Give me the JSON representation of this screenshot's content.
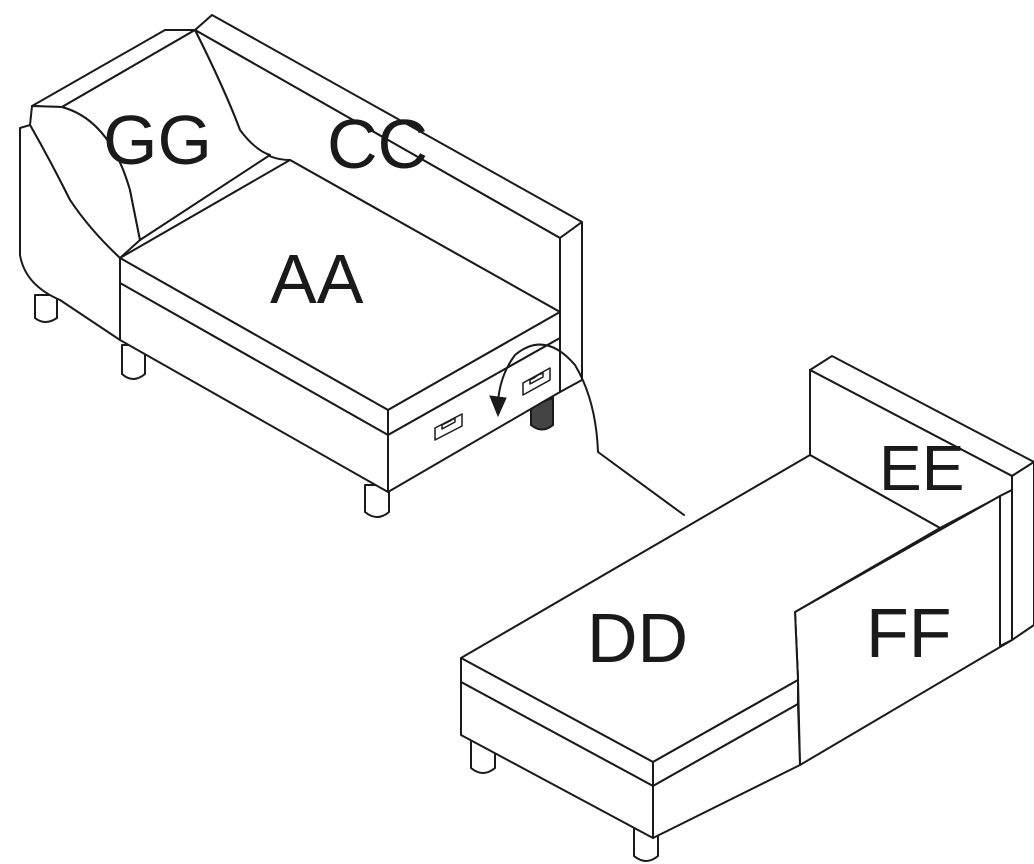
{
  "labels": {
    "seat_left": "AA",
    "backrest_left": "CC",
    "armrest_left": "GG",
    "seat_right": "DD",
    "backrest_right": "EE",
    "armrest_right": "FF"
  },
  "colors": {
    "line": "#1a1a1a",
    "fill": "#ffffff",
    "leg_dark": "#444444"
  }
}
